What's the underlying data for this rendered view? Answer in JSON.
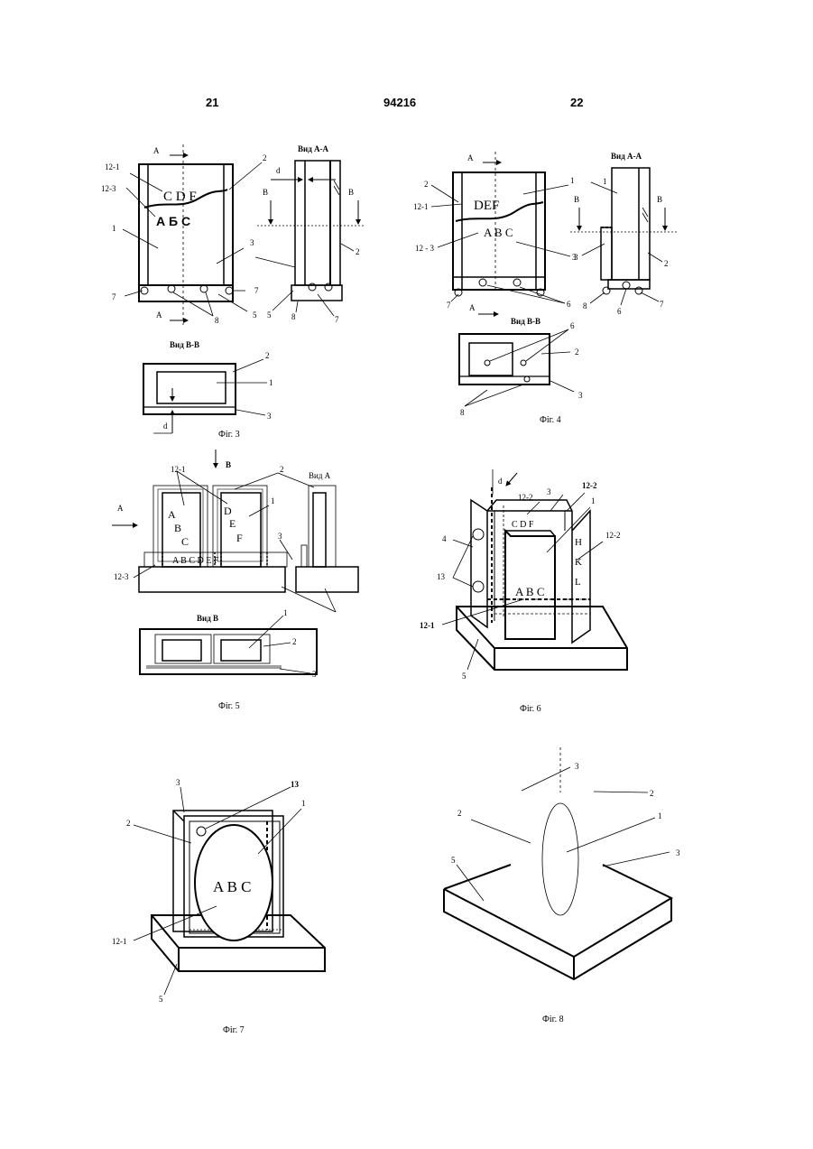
{
  "header": {
    "left": "21",
    "center": "94216",
    "right": "22"
  },
  "captions": {
    "fig3": "Фіг. 3",
    "fig4": "Фіг. 4",
    "fig5": "Фіг. 5",
    "fig6": "Фіг. 6",
    "fig7": "Фіг. 7",
    "fig8": "Фіг. 8"
  },
  "views": {
    "aa": "Вид А-А",
    "bb": "Вид В-В",
    "a": "Вид А",
    "b": "Вид В"
  },
  "letters": {
    "cdf": "C D F",
    "abv": "А Б С",
    "def": "DEF",
    "abc": "A B C",
    "a": "A",
    "b": "B",
    "c": "C",
    "d": "D",
    "e": "E",
    "f": "F",
    "h": "H",
    "k": "K",
    "l": "L",
    "row": "A  B  C  D  E  F"
  },
  "marks": {
    "A": "A",
    "B": "B",
    "Bc": "В",
    "d": "d"
  },
  "refs": {
    "r1": "1",
    "r2": "2",
    "r3": "3",
    "r4": "4",
    "r5": "5",
    "r6": "6",
    "r7": "7",
    "r8": "8",
    "r13": "13",
    "r12_1": "12-1",
    "r12_2": "12-2",
    "r12_3": "12-3",
    "r12_3b": "12 - 3"
  }
}
